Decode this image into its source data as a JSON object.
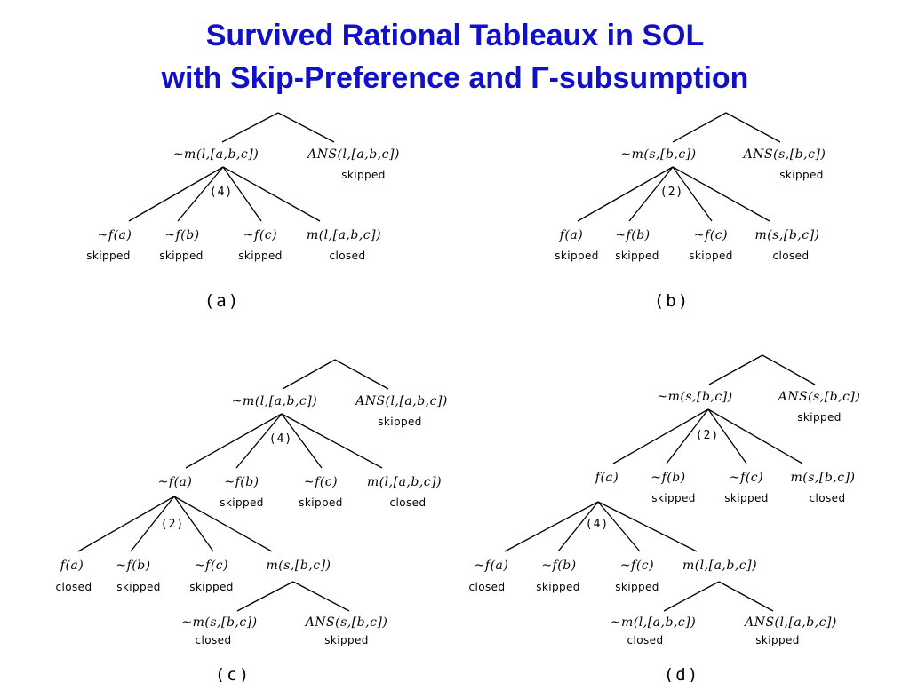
{
  "title": {
    "line1": "Survived Rational Tableaux in SOL",
    "line2": "with Skip-Preference and Γ-subsumption"
  },
  "colors": {
    "title": "#1010c8",
    "ink": "#000000"
  },
  "panels": [
    {
      "id": "a",
      "caption": "(a)",
      "root_children": [
        {
          "formula": "~m(l,[a,b,c])",
          "status": ""
        },
        {
          "formula": "ANS(l,[a,b,c])",
          "status": "skipped"
        }
      ],
      "branch_number": "(4)",
      "level2": [
        {
          "formula": "~f(a)",
          "status": "skipped"
        },
        {
          "formula": "~f(b)",
          "status": "skipped"
        },
        {
          "formula": "~f(c)",
          "status": "skipped"
        },
        {
          "formula": "m(l,[a,b,c])",
          "status": "closed"
        }
      ]
    },
    {
      "id": "b",
      "caption": "(b)",
      "root_children": [
        {
          "formula": "~m(s,[b,c])",
          "status": ""
        },
        {
          "formula": "ANS(s,[b,c])",
          "status": "skipped"
        }
      ],
      "branch_number": "(2)",
      "level2": [
        {
          "formula": "f(a)",
          "status": "skipped"
        },
        {
          "formula": "~f(b)",
          "status": "skipped"
        },
        {
          "formula": "~f(c)",
          "status": "skipped"
        },
        {
          "formula": "m(s,[b,c])",
          "status": "closed"
        }
      ]
    },
    {
      "id": "c",
      "caption": "(c)",
      "root_children": [
        {
          "formula": "~m(l,[a,b,c])",
          "status": ""
        },
        {
          "formula": "ANS(l,[a,b,c])",
          "status": "skipped"
        }
      ],
      "branch_number": "(4)",
      "level2": [
        {
          "formula": "~f(a)",
          "status": ""
        },
        {
          "formula": "~f(b)",
          "status": "skipped"
        },
        {
          "formula": "~f(c)",
          "status": "skipped"
        },
        {
          "formula": "m(l,[a,b,c])",
          "status": "closed"
        }
      ],
      "branch_number2": "(2)",
      "level3": [
        {
          "formula": "f(a)",
          "status": "closed"
        },
        {
          "formula": "~f(b)",
          "status": "skipped"
        },
        {
          "formula": "~f(c)",
          "status": "skipped"
        },
        {
          "formula": "m(s,[b,c])",
          "status": ""
        }
      ],
      "level4": [
        {
          "formula": "~m(s,[b,c])",
          "status": "closed"
        },
        {
          "formula": "ANS(s,[b,c])",
          "status": "skipped"
        }
      ]
    },
    {
      "id": "d",
      "caption": "(d)",
      "root_children": [
        {
          "formula": "~m(s,[b,c])",
          "status": ""
        },
        {
          "formula": "ANS(s,[b,c])",
          "status": "skipped"
        }
      ],
      "branch_number": "(2)",
      "level2": [
        {
          "formula": "f(a)",
          "status": ""
        },
        {
          "formula": "~f(b)",
          "status": "skipped"
        },
        {
          "formula": "~f(c)",
          "status": "skipped"
        },
        {
          "formula": "m(s,[b,c])",
          "status": "closed"
        }
      ],
      "branch_number2": "(4)",
      "level3": [
        {
          "formula": "~f(a)",
          "status": "closed"
        },
        {
          "formula": "~f(b)",
          "status": "skipped"
        },
        {
          "formula": "~f(c)",
          "status": "skipped"
        },
        {
          "formula": "m(l,[a,b,c])",
          "status": ""
        }
      ],
      "level4": [
        {
          "formula": "~m(l,[a,b,c])",
          "status": "closed"
        },
        {
          "formula": "ANS(l,[a,b,c])",
          "status": "skipped"
        }
      ]
    }
  ]
}
